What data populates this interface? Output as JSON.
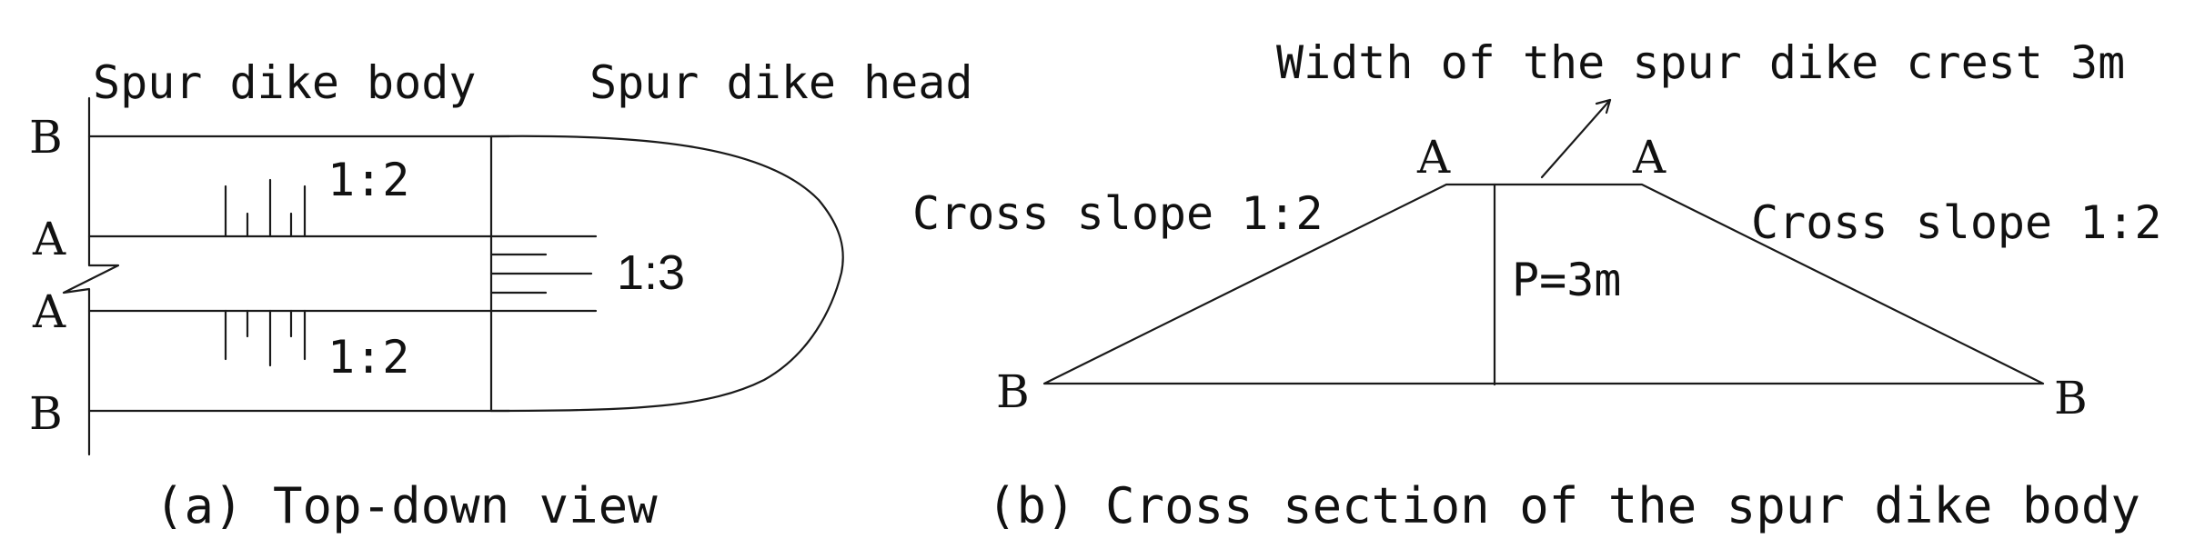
{
  "top_view": {
    "body_label": "Spur dike body",
    "head_label": "Spur dike head",
    "point_b_top": "B",
    "point_a_upper": "A",
    "point_a_lower": "A",
    "point_b_bottom": "B",
    "slope_upper": "1:2",
    "slope_lower": "1:2",
    "slope_head": "1:3",
    "caption": "(a) Top-down view"
  },
  "cross_section": {
    "crest_label": "Width of the spur dike crest 3m",
    "point_a_left": "A",
    "point_a_right": "A",
    "point_b_left": "B",
    "point_b_right": "B",
    "slope_left": "Cross slope 1:2",
    "slope_right": "Cross slope 1:2",
    "height_label": "P=3m",
    "caption": "(b) Cross section of the spur dike body"
  }
}
